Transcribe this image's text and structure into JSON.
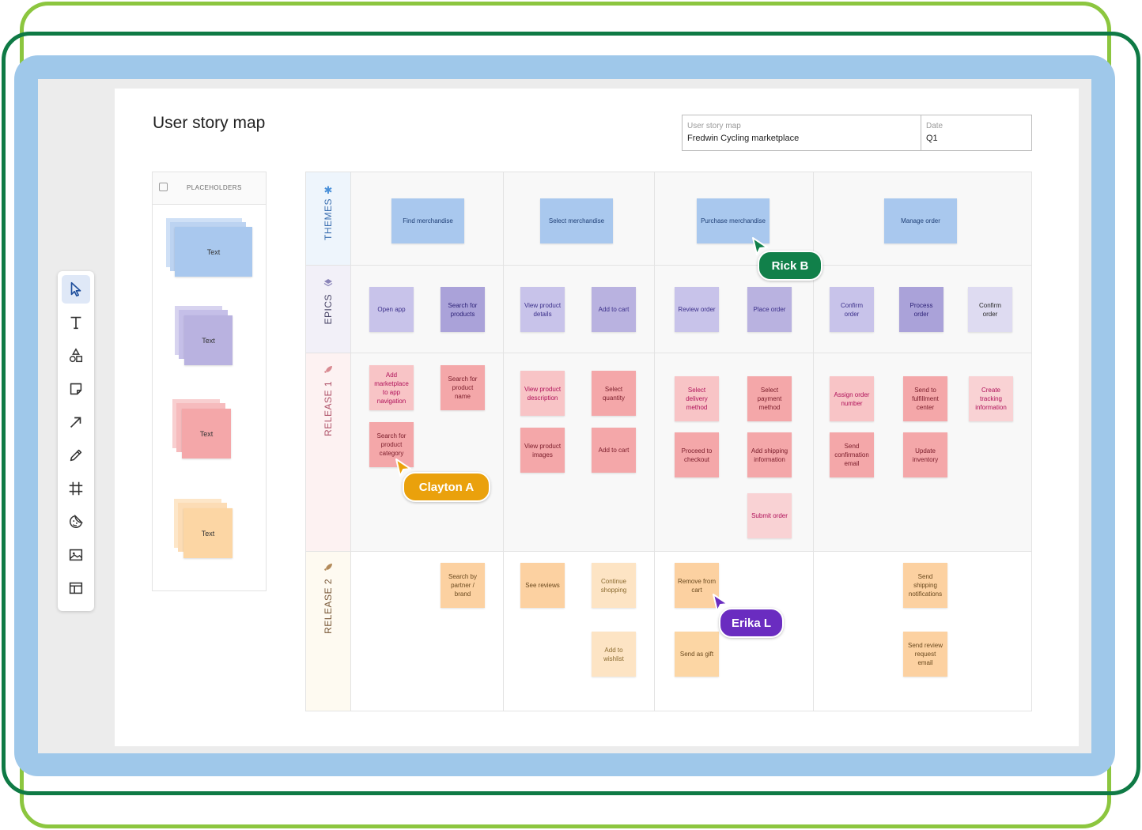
{
  "page_title": "User story map",
  "meta": {
    "label1": "User story map",
    "value1": "Fredwin Cycling marketplace",
    "label2": "Date",
    "value2": "Q1"
  },
  "toolbar": [
    "select-tool",
    "text-tool",
    "shapes-tool",
    "sticky-note-tool",
    "arrow-tool",
    "pen-tool",
    "frame-tool",
    "emoji-tool",
    "image-tool",
    "template-tool"
  ],
  "placeholders": {
    "header": "PLACEHOLDERS",
    "items": [
      {
        "text": "Text",
        "color": "#a9c8ee"
      },
      {
        "text": "Text",
        "color": "#b9b2e0"
      },
      {
        "text": "Text",
        "color": "#f4a7a9"
      },
      {
        "text": "Text",
        "color": "#fcd6a4"
      }
    ]
  },
  "rows": {
    "themes": "THEMES",
    "epics": "EPICS",
    "release1": "RELEASE 1",
    "release2": "RELEASE 2"
  },
  "themes": [
    "Find merchandise",
    "Select merchandise",
    "Purchase merchandise",
    "Manage order"
  ],
  "epics": [
    "Open app",
    "Search for products",
    "View product details",
    "Add to cart",
    "Review order",
    "Place order",
    "Confirm order",
    "Process order",
    "Confirm order"
  ],
  "release1": [
    "Add marketplace to app navigation",
    "Search for product name",
    "Search for product category",
    "View product description",
    "Select quantity",
    "View product images",
    "Add to cart",
    "Select delivery method",
    "Select payment method",
    "Proceed to checkout",
    "Add shipping information",
    "Submit order",
    "Assign order number",
    "Send to fulfillment center",
    "Create tracking information",
    "Send confirmation email",
    "Update inventory"
  ],
  "release2": [
    "Search by partner / brand",
    "See reviews",
    "Continue shopping",
    "Add to wishlist",
    "Remove from cart",
    "Send as gift",
    "Send shipping notifications",
    "Send review request email"
  ],
  "cursors": [
    {
      "name": "Rick B",
      "color": "#11804a"
    },
    {
      "name": "Clayton A",
      "color": "#eaa10c"
    },
    {
      "name": "Erika L",
      "color": "#6a2cc0"
    }
  ],
  "colors": {
    "theme_note": "#a9c8ee",
    "epic_note": "#c8c3ea",
    "epic_note_dark": "#aaa2d9",
    "release1_note": "#f8c4c6",
    "release1_note_dark": "#f4a7a9",
    "release2_note": "#fcd1a1",
    "release2_note_light": "#fde4c4"
  }
}
